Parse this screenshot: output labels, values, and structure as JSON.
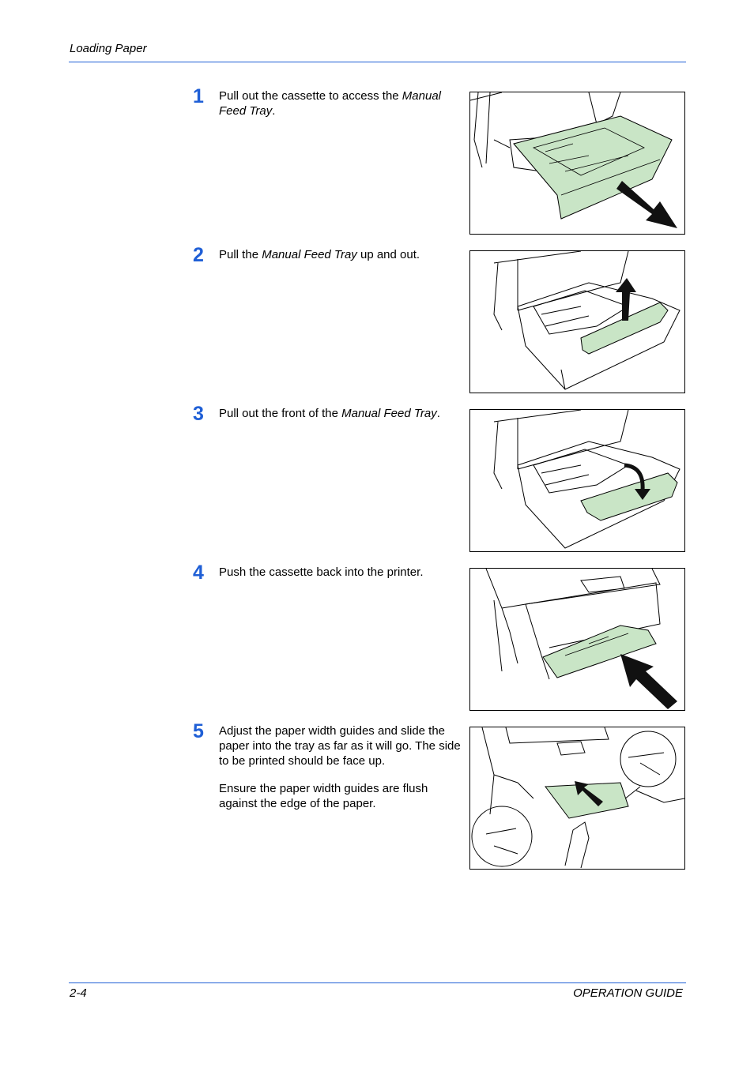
{
  "header": {
    "title": "Loading Paper"
  },
  "footer": {
    "page": "2-4",
    "guide": "OPERATION GUIDE"
  },
  "colors": {
    "accent": "#1f5fd6",
    "tray_green": "#c9e5c6"
  },
  "steps": [
    {
      "number": "1",
      "parts": [
        "Pull out the cassette to access the ",
        "Manual Feed Tray",
        "."
      ],
      "illustration": "cassette-pulled-out"
    },
    {
      "number": "2",
      "parts": [
        "Pull the ",
        "Manual Feed Tray",
        " up and out."
      ],
      "illustration": "manual-feed-tray-lifted"
    },
    {
      "number": "3",
      "parts": [
        "Pull out the front of the ",
        "Manual Feed Tray",
        "."
      ],
      "illustration": "manual-feed-tray-front-extended"
    },
    {
      "number": "4",
      "parts": [
        "Push the cassette back into the printer."
      ],
      "illustration": "cassette-pushed-in"
    },
    {
      "number": "5",
      "parts": [
        "Adjust the paper width guides and slide the paper into the tray as far as it will go. The side to be printed should be face up."
      ],
      "note": "Ensure the paper width guides are flush against the edge of the paper.",
      "illustration": "paper-inserted-with-guides"
    }
  ]
}
